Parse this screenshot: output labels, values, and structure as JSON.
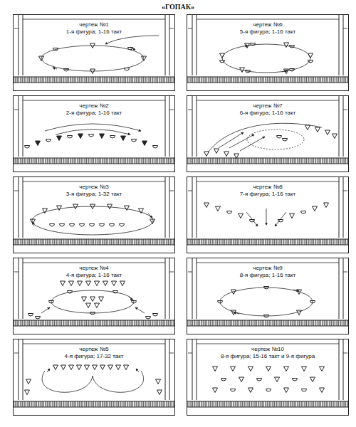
{
  "diagram": {
    "title": "«ГОПАК»",
    "nodes": [
      {
        "text": [
          "чертеж №1",
          "1-я фигура; 1-16 такт"
        ]
      },
      {
        "text": [
          "чертеж №2",
          "2-я фигура; 1-16 такт"
        ]
      },
      {
        "text": [
          "чертеж №3",
          "3-я фигура; 1-32 такт"
        ]
      },
      {
        "text": [
          "чертеж №4",
          "4-я фигура; 1-16 такт"
        ]
      },
      {
        "text": [
          "чертеж №5",
          "4-я фигура; 17-32 такт"
        ]
      },
      {
        "text": [
          "чертеж №6",
          "5-я фигура; 1-16 такт"
        ]
      },
      {
        "text": [
          "чертеж №7",
          "6-я фигура; 1-16 такт"
        ]
      },
      {
        "text": [
          "чертеж №8",
          "7-я фигура; 1-16 такт"
        ]
      },
      {
        "text": [
          "чертеж №9",
          "8-я фигура; 1-16 такт"
        ]
      },
      {
        "text": [
          "чертеж №10",
          "8-я фигура; 15-16 такт и 9-я фигура"
        ]
      }
    ]
  }
}
